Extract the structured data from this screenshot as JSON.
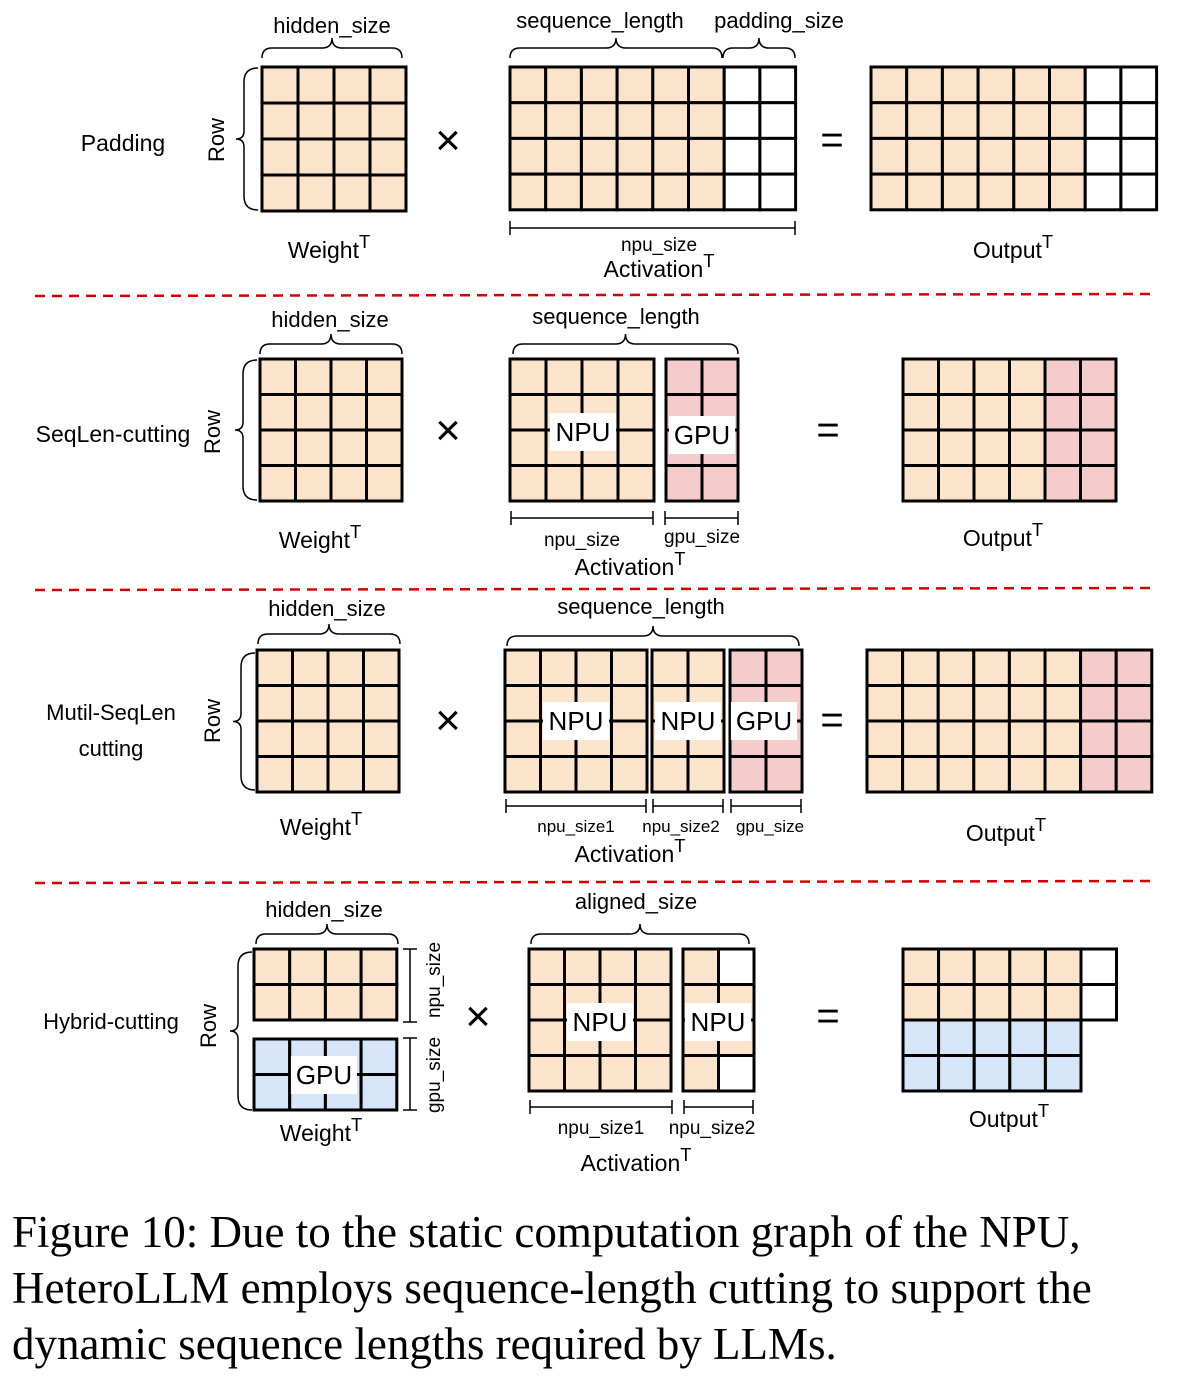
{
  "colors": {
    "npu": "#fbe3cc",
    "gpu": "#f4cccc",
    "gpu_weight": "#d6e5f7",
    "empty": "#ffffff",
    "separator": "#d00000",
    "line": "#000000"
  },
  "rows": [
    {
      "name": "Padding",
      "weight_label": "Weight",
      "hidden_size_label": "hidden_size",
      "row_label": "Row",
      "top_labels": [
        "sequence_length",
        "padding_size"
      ],
      "bottom_labels": [
        "npu_size"
      ],
      "activation_label": "Activation",
      "output_label": "Output",
      "operator_times": "×",
      "operator_equals": "="
    },
    {
      "name": "SeqLen-cutting",
      "weight_label": "Weight",
      "hidden_size_label": "hidden_size",
      "row_label": "Row",
      "top_labels": [
        "sequence_length"
      ],
      "bottom_labels": [
        "npu_size",
        "gpu_size"
      ],
      "block_labels": [
        "NPU",
        "GPU"
      ],
      "activation_label": "Activation",
      "output_label": "Output",
      "operator_times": "×",
      "operator_equals": "="
    },
    {
      "name_lines": [
        "Mutil-SeqLen",
        "cutting"
      ],
      "weight_label": "Weight",
      "hidden_size_label": "hidden_size",
      "row_label": "Row",
      "top_labels": [
        "sequence_length"
      ],
      "bottom_labels": [
        "npu_size1",
        "npu_size2",
        "gpu_size"
      ],
      "block_labels": [
        "NPU",
        "NPU",
        "GPU"
      ],
      "activation_label": "Activation",
      "output_label": "Output",
      "operator_times": "×",
      "operator_equals": "="
    },
    {
      "name": "Hybrid-cutting",
      "weight_label": "Weight",
      "hidden_size_label": "hidden_size",
      "row_label": "Row",
      "side_labels": [
        "npu_size",
        "gpu_size"
      ],
      "weight_block_label": "GPU",
      "top_labels": [
        "aligned_size"
      ],
      "bottom_labels": [
        "npu_size1",
        "npu_size2"
      ],
      "block_labels": [
        "NPU",
        "NPU"
      ],
      "activation_label": "Activation",
      "output_label": "Output",
      "operator_times": "×",
      "operator_equals": "="
    }
  ],
  "superscript": "T",
  "caption": [
    "Figure 10: Due to the static computation graph of the NPU,",
    "HeteroLLM employs sequence-length cutting to support the",
    "dynamic sequence lengths required by LLMs."
  ]
}
